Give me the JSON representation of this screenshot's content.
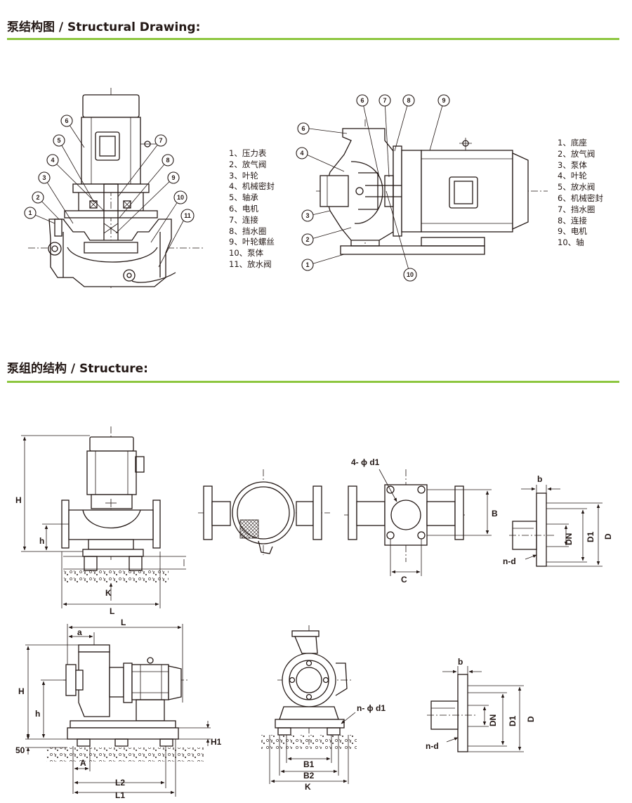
{
  "sections": {
    "pump_structure_title": "泵结构图 / Structural Drawing:",
    "pump_set_title": "泵组的结构 / Structure:"
  },
  "vertical_pump_legend": [
    "1、压力表",
    "2、放气阀",
    "3、叶轮",
    "4、机械密封",
    "5、轴承",
    "6、电机",
    "7、连接",
    "8、挡水圈",
    "9、叶轮螺丝",
    "10、泵体",
    "11、放水阀"
  ],
  "horizontal_pump_legend": [
    "1、底座",
    "2、放气阀",
    "3、泵体",
    "4、叶轮",
    "5、放水阀",
    "6、机械密封",
    "7、挡水圈",
    "8、连接",
    "9、电机",
    "10、轴"
  ],
  "callouts": {
    "vertical": [
      "1",
      "2",
      "3",
      "4",
      "5",
      "6",
      "7",
      "8",
      "9",
      "10",
      "11"
    ],
    "horizontal": [
      "1",
      "2",
      "3",
      "4",
      "6",
      "6",
      "7",
      "8",
      "9",
      "10"
    ]
  },
  "dimension_labels": {
    "H": "H",
    "h": "h",
    "K": "K",
    "L": "L",
    "four_d1": "4-  ϕ d1",
    "B": "B",
    "C": "C",
    "b": "b",
    "DN": "DN",
    "D1": "D1",
    "D": "D",
    "nd": "n-d",
    "a": "a",
    "H1": "H1",
    "fifty": "50",
    "A": "A",
    "L2": "L2",
    "L1": "L1",
    "nd1": "n-  ϕ d1",
    "B1": "B1",
    "B2": "B2"
  },
  "colors": {
    "rule": "#8dc63f",
    "ink": "#231815"
  }
}
